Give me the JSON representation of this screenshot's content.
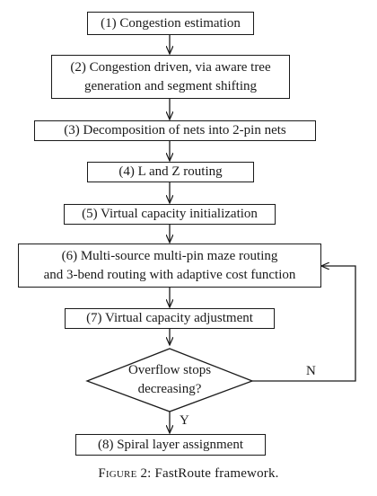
{
  "steps": [
    {
      "label": "(1) Congestion estimation"
    },
    {
      "label": "(2) Congestion driven, via aware tree\ngeneration and segment shifting"
    },
    {
      "label": "(3) Decomposition of nets into 2-pin nets"
    },
    {
      "label": "(4) L and Z routing"
    },
    {
      "label": "(5) Virtual capacity initialization"
    },
    {
      "label": "(6) Multi-source multi-pin maze routing\nand 3-bend routing with adaptive cost function"
    },
    {
      "label": "(7) Virtual capacity adjustment"
    }
  ],
  "decision": {
    "label": "Overflow stops\ndecreasing?",
    "yes_label": "Y",
    "no_label": "N"
  },
  "final_step": {
    "label": "(8) Spiral layer assignment"
  },
  "caption": {
    "figure": "Figure 2",
    "text": ": FastRoute framework."
  }
}
